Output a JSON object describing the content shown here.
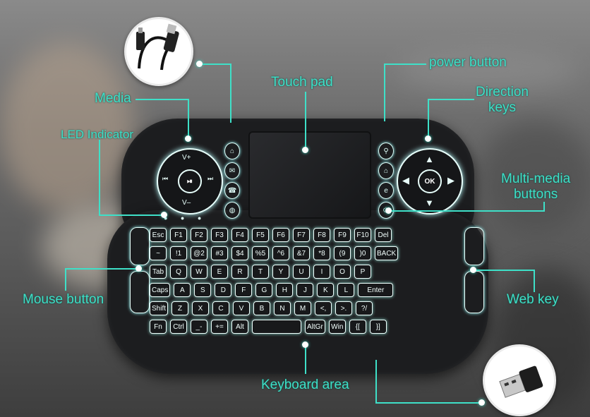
{
  "labels": {
    "touch_pad": "Touch pad",
    "power_button": "power button",
    "media": "Media",
    "direction_keys_1": "Direction",
    "direction_keys_2": "keys",
    "led_indicator": "LED Indicator",
    "multimedia_1": "Multi-media",
    "multimedia_2": "buttons",
    "mouse_button": "Mouse button",
    "web_key": "Web key",
    "keyboard_area": "Keyboard area"
  },
  "keyboard": {
    "media_pad": {
      "top": "V+",
      "bottom": "V–",
      "left": "⏮",
      "right": "⏭",
      "center": "⏯"
    },
    "dpad": {
      "center": "OK"
    },
    "rows": [
      [
        "Esc",
        "F1",
        "F2",
        "F3",
        "F4",
        "F5",
        "F6",
        "F7",
        "F8",
        "F9",
        "F10",
        "Del"
      ],
      [
        "~",
        "!1",
        "@2",
        "#3",
        "$4",
        "%5",
        "^6",
        "&7",
        "*8",
        "(9",
        ")0",
        "BACK"
      ],
      [
        "Tab",
        "Q",
        "W",
        "E",
        "R",
        "T",
        "Y",
        "U",
        "I",
        "O",
        "P"
      ],
      [
        "Caps",
        "A",
        "S",
        "D",
        "F",
        "G",
        "H",
        "J",
        "K",
        "L",
        "Enter"
      ],
      [
        "Shift",
        "Z",
        "X",
        "C",
        "V",
        "B",
        "N",
        "M",
        "<,",
        ">.",
        "?/"
      ],
      [
        "Fn",
        "Ctrl",
        "_-",
        "+=",
        "Alt",
        "",
        "AltGr",
        "Win",
        "{[",
        "}]"
      ]
    ]
  },
  "colors": {
    "accent": "#3ee0c8",
    "backlight": "#f0fffd",
    "body": "#1c1d1f"
  },
  "icons": [
    "usb-cable-icon",
    "usb-dongle-icon"
  ]
}
